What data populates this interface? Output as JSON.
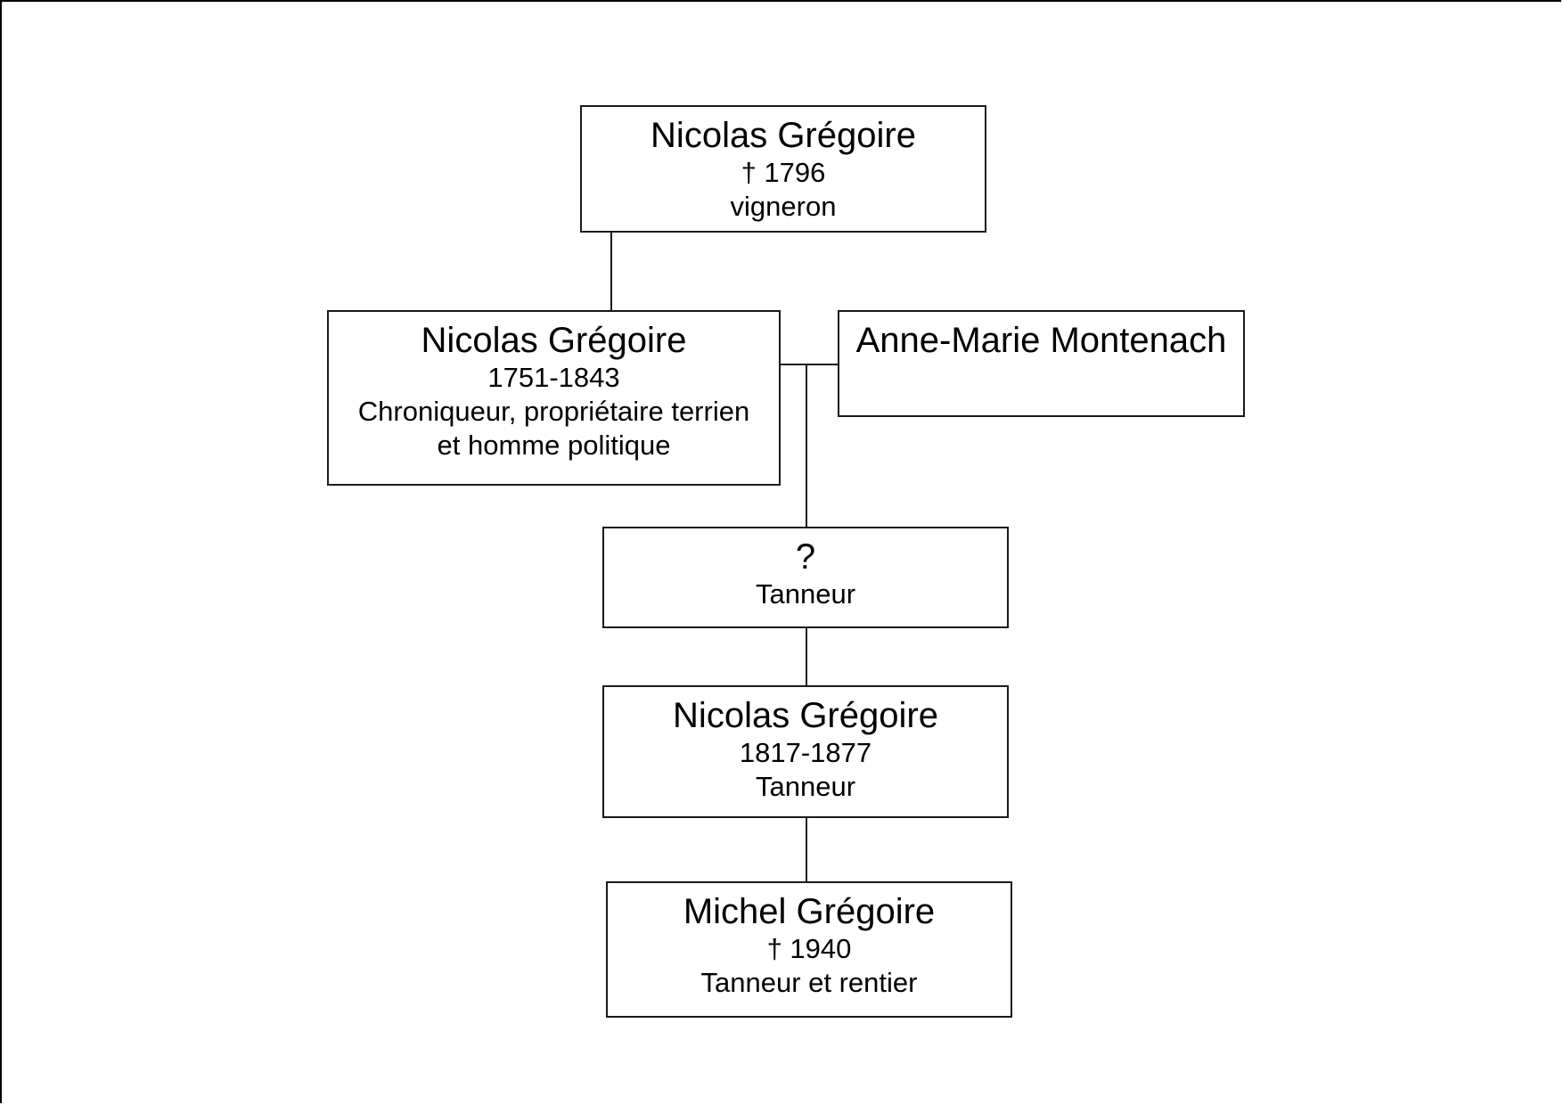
{
  "people": [
    {
      "name": "Nicolas Grégoire",
      "lines": [
        "† 1796",
        "vigneron"
      ]
    },
    {
      "name": "Nicolas Grégoire",
      "lines": [
        "1751-1843",
        "Chroniqueur, propriétaire terrien",
        "et homme politique"
      ]
    },
    {
      "name": "Anne-Marie Montenach",
      "lines": []
    },
    {
      "name": "?",
      "lines": [
        "Tanneur"
      ]
    },
    {
      "name": "Nicolas Grégoire",
      "lines": [
        "1817-1877",
        "Tanneur"
      ]
    },
    {
      "name": "Michel Grégoire",
      "lines": [
        "† 1940",
        "Tanneur et rentier"
      ]
    }
  ],
  "colors": {
    "background": "#ffffff",
    "border": "#1a1a1a",
    "text": "#000000",
    "connector": "#1a1a1a"
  }
}
